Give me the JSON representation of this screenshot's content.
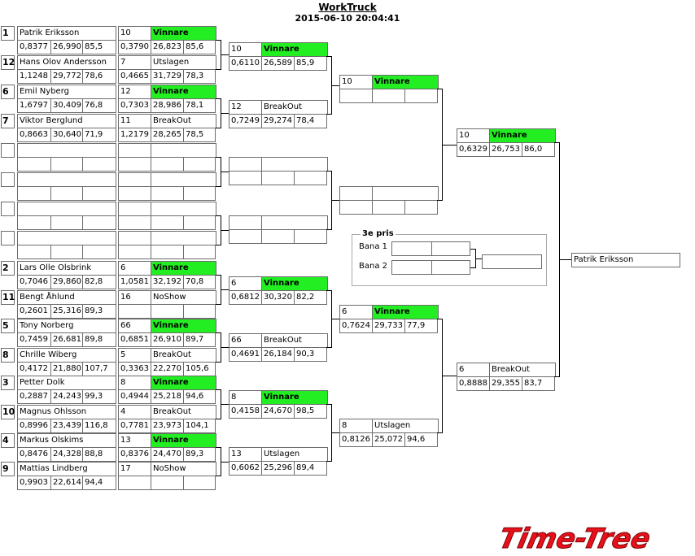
{
  "title": "WorkTruck",
  "datetime": "2015-06-10 20:04:41",
  "round1": [
    {
      "seed": "1",
      "name": "Patrik Eriksson",
      "a": "0,8377",
      "b": "26,990",
      "c": "85,5"
    },
    {
      "seed": "12",
      "name": "Hans Olov Andersson",
      "a": "1,1248",
      "b": "29,772",
      "c": "78,6"
    },
    {
      "seed": "6",
      "name": "Emil Nyberg",
      "a": "1,6797",
      "b": "30,409",
      "c": "76,8"
    },
    {
      "seed": "7",
      "name": "Viktor Berglund",
      "a": "0,8663",
      "b": "30,640",
      "c": "71,9"
    },
    {
      "seed": "",
      "name": "",
      "a": "",
      "b": "",
      "c": ""
    },
    {
      "seed": "",
      "name": "",
      "a": "",
      "b": "",
      "c": ""
    },
    {
      "seed": "",
      "name": "",
      "a": "",
      "b": "",
      "c": ""
    },
    {
      "seed": "",
      "name": "",
      "a": "",
      "b": "",
      "c": ""
    },
    {
      "seed": "2",
      "name": "Lars Olle Olsbrink",
      "a": "0,7046",
      "b": "29,860",
      "c": "82,8"
    },
    {
      "seed": "11",
      "name": "Bengt Åhlund",
      "a": "0,2601",
      "b": "25,316",
      "c": "89,3"
    },
    {
      "seed": "5",
      "name": "Tony Norberg",
      "a": "0,7459",
      "b": "26,681",
      "c": "89,8"
    },
    {
      "seed": "8",
      "name": "Chrille Wiberg",
      "a": "0,4172",
      "b": "21,880",
      "c": "107,7"
    },
    {
      "seed": "3",
      "name": "Petter Dolk",
      "a": "0,2887",
      "b": "24,243",
      "c": "99,3"
    },
    {
      "seed": "10",
      "name": "Magnus Ohlsson",
      "a": "0,8996",
      "b": "23,439",
      "c": "116,8"
    },
    {
      "seed": "4",
      "name": "Markus Olskims",
      "a": "0,8476",
      "b": "24,328",
      "c": "88,8"
    },
    {
      "seed": "9",
      "name": "Mattias Lindberg",
      "a": "0,9903",
      "b": "22,614",
      "c": "94,4"
    }
  ],
  "round2": [
    {
      "num": "10",
      "status": "Vinnare",
      "a": "0,3790",
      "b": "26,823",
      "c": "85,6"
    },
    {
      "num": "7",
      "status": "Utslagen",
      "a": "0,4665",
      "b": "31,729",
      "c": "78,3"
    },
    {
      "num": "12",
      "status": "Vinnare",
      "a": "0,7303",
      "b": "28,986",
      "c": "78,1"
    },
    {
      "num": "11",
      "status": "BreakOut",
      "a": "1,2179",
      "b": "28,265",
      "c": "78,5"
    },
    {
      "num": "",
      "status": "",
      "a": "",
      "b": "",
      "c": ""
    },
    {
      "num": "",
      "status": "",
      "a": "",
      "b": "",
      "c": ""
    },
    {
      "num": "",
      "status": "",
      "a": "",
      "b": "",
      "c": ""
    },
    {
      "num": "",
      "status": "",
      "a": "",
      "b": "",
      "c": ""
    },
    {
      "num": "6",
      "status": "Vinnare",
      "a": "1,0581",
      "b": "32,192",
      "c": "70,8"
    },
    {
      "num": "16",
      "status": "NoShow",
      "a": "",
      "b": "",
      "c": ""
    },
    {
      "num": "66",
      "status": "Vinnare",
      "a": "0,6851",
      "b": "26,910",
      "c": "89,7"
    },
    {
      "num": "5",
      "status": "BreakOut",
      "a": "0,3363",
      "b": "22,270",
      "c": "105,6"
    },
    {
      "num": "8",
      "status": "Vinnare",
      "a": "0,4944",
      "b": "25,218",
      "c": "94,6"
    },
    {
      "num": "4",
      "status": "BreakOut",
      "a": "0,7781",
      "b": "23,973",
      "c": "104,1"
    },
    {
      "num": "13",
      "status": "Vinnare",
      "a": "0,8376",
      "b": "24,470",
      "c": "89,3"
    },
    {
      "num": "17",
      "status": "NoShow",
      "a": "",
      "b": "",
      "c": ""
    }
  ],
  "round3": [
    {
      "num": "10",
      "status": "Vinnare",
      "a": "0,6110",
      "b": "26,589",
      "c": "85,9"
    },
    {
      "num": "12",
      "status": "BreakOut",
      "a": "0,7249",
      "b": "29,274",
      "c": "78,4"
    },
    {
      "num": "",
      "status": "",
      "a": "",
      "b": "",
      "c": ""
    },
    {
      "num": "",
      "status": "",
      "a": "",
      "b": "",
      "c": ""
    },
    {
      "num": "6",
      "status": "Vinnare",
      "a": "0,6812",
      "b": "30,320",
      "c": "82,2"
    },
    {
      "num": "66",
      "status": "BreakOut",
      "a": "0,4691",
      "b": "26,184",
      "c": "90,3"
    },
    {
      "num": "8",
      "status": "Vinnare",
      "a": "0,4158",
      "b": "24,670",
      "c": "98,5"
    },
    {
      "num": "13",
      "status": "Utslagen",
      "a": "0,6062",
      "b": "25,296",
      "c": "89,4"
    }
  ],
  "round4": [
    {
      "num": "10",
      "status": "Vinnare",
      "a": "",
      "b": "",
      "c": ""
    },
    {
      "num": "",
      "status": "",
      "a": "",
      "b": "",
      "c": ""
    },
    {
      "num": "6",
      "status": "Vinnare",
      "a": "0,7624",
      "b": "29,733",
      "c": "77,9"
    },
    {
      "num": "8",
      "status": "Utslagen",
      "a": "0,8126",
      "b": "25,072",
      "c": "94,6"
    }
  ],
  "semis": [
    {
      "num": "10",
      "status": "Vinnare",
      "a": "0,6329",
      "b": "26,753",
      "c": "86,0"
    },
    {
      "num": "6",
      "status": "BreakOut",
      "a": "0,8888",
      "b": "29,355",
      "c": "83,7"
    }
  ],
  "final_winner": "Patrik Eriksson",
  "third_place": {
    "title": "3e pris",
    "lane1": "Bana 1",
    "lane2": "Bana 2"
  },
  "logo_text": "Time-Tree",
  "colors": {
    "winner_green": "#22ee22",
    "logo_red": "#e8101a"
  }
}
